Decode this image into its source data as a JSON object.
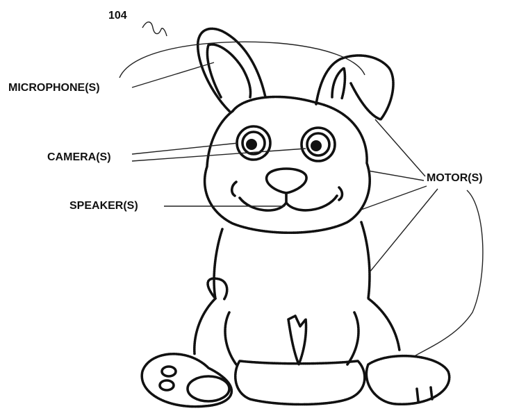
{
  "figure": {
    "reference_numeral": "104",
    "labels": {
      "microphones": "MICROPHONE(S)",
      "cameras": "CAMERA(S)",
      "speakers": "SPEAKER(S)",
      "motors": "MOTOR(S)"
    }
  }
}
